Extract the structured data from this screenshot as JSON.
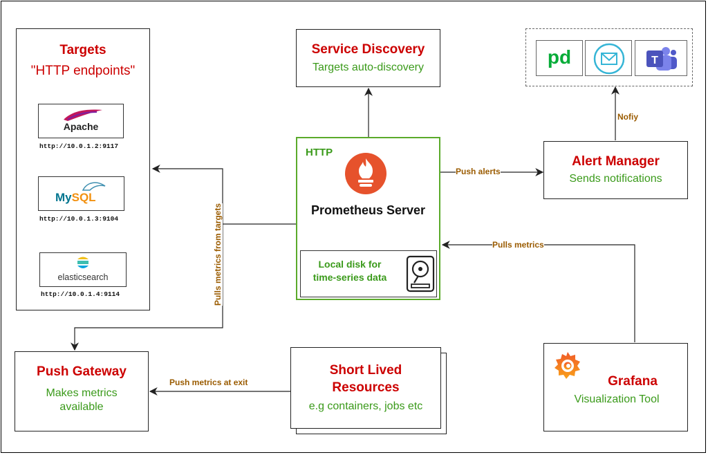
{
  "targets": {
    "title": "Targets",
    "subtitle": "\"HTTP endpoints\"",
    "items": [
      {
        "logo_text": "Apache",
        "url": "http://10.0.1.2:9117"
      },
      {
        "logo_text": "MySQL",
        "url": "http://10.0.1.3:9104"
      },
      {
        "logo_text": "elasticsearch",
        "url": "http://10.0.1.4:9114"
      }
    ]
  },
  "service_discovery": {
    "title": "Service Discovery",
    "subtitle": "Targets auto-discovery"
  },
  "prometheus": {
    "protocol": "HTTP",
    "title": "Prometheus Server",
    "storage": "Local disk for\ntime-series data"
  },
  "alert_manager": {
    "title": "Alert Manager",
    "subtitle": "Sends notifications"
  },
  "notify_targets": {
    "pagerduty": "pd",
    "email": "email-icon",
    "teams": "T"
  },
  "push_gateway": {
    "title": "Push Gateway",
    "subtitle": "Makes metrics\navailable"
  },
  "short_lived": {
    "title": "Short Lived\nResources",
    "subtitle": "e.g containers, jobs etc"
  },
  "grafana": {
    "title": "Grafana",
    "subtitle": "Visualization Tool"
  },
  "edges": {
    "pulls_targets": "Pulls metrics from targets",
    "push_alerts": "Push alerts",
    "notify": "Nofiy",
    "pulls_metrics": "Pulls metrics",
    "push_exit": "Push metrics at exit"
  },
  "colors": {
    "red": "#cc0000",
    "green": "#3a9a1a",
    "edge_label": "#9a5b00",
    "prometheus_border": "#5aaa2a",
    "prometheus_orange": "#e6522c"
  }
}
